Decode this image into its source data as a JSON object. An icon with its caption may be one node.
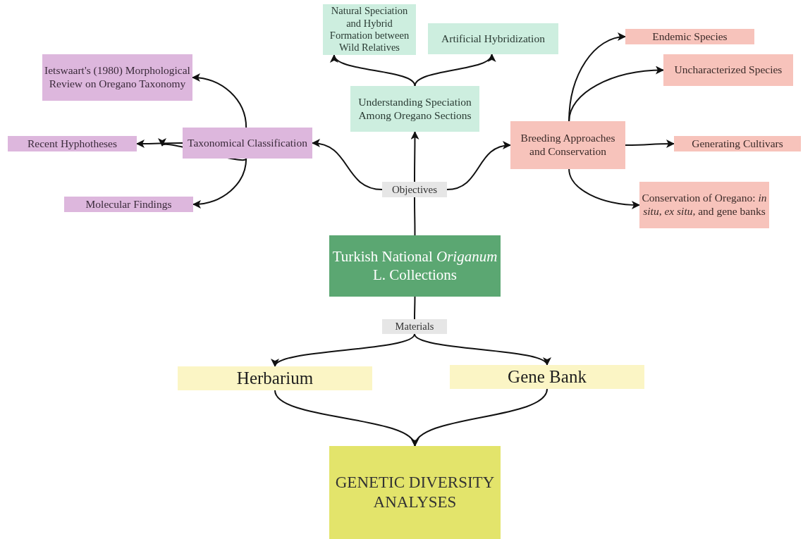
{
  "diagram": {
    "nodes": [
      {
        "text": [
          "Natural Speciation and Hybrid Formation between Wild Relatives"
        ]
      },
      {
        "text": [
          "Artificial Hybridization"
        ]
      },
      {
        "text": [
          "Endemic Species"
        ]
      },
      {
        "text": [
          "Ietswaart's (1980) Morphological Review on Oregano Taxonomy"
        ]
      },
      {
        "text": [
          "Uncharacterized Species"
        ]
      },
      {
        "text": [
          "Understanding Speciation Among Oregano Sections"
        ]
      },
      {
        "text": [
          "Taxonomical Classification"
        ]
      },
      {
        "text": [
          "Recent Hyphotheses"
        ]
      },
      {
        "text": [
          "Breeding Approaches and Conservation"
        ]
      },
      {
        "text": [
          "Generating Cultivars"
        ]
      },
      {
        "text": [
          "Objectives"
        ]
      },
      {
        "text": [
          "Molecular Findings"
        ]
      },
      {
        "text": [
          "Conservation of Oregano: *in situ*, *ex situ,* and gene banks"
        ]
      },
      {
        "text": [
          "Turkish National *Origanum* L. Collections"
        ]
      },
      {
        "text": [
          "Materials"
        ]
      },
      {
        "text": [
          "Herbarium"
        ]
      },
      {
        "text": [
          "Gene Bank"
        ]
      },
      {
        "text": [
          "GENETIC DIVERSITY ANALYSES"
        ]
      }
    ],
    "edges": [
      {
        "from": 13,
        "to": 10,
        "arrow": "none"
      },
      {
        "from": 10,
        "to": 5,
        "arrow": "to"
      },
      {
        "from": 10,
        "to": 6,
        "arrow": "to"
      },
      {
        "from": 10,
        "to": 8,
        "arrow": "to"
      },
      {
        "from": 5,
        "to": 0,
        "arrow": "to"
      },
      {
        "from": 5,
        "to": 1,
        "arrow": "to"
      },
      {
        "from": 6,
        "to": 3,
        "arrow": "to"
      },
      {
        "from": 6,
        "to": 7,
        "arrow": "to"
      },
      {
        "from": 6,
        "to": null,
        "arrow": "to"
      },
      {
        "from": 6,
        "to": 11,
        "arrow": "to"
      },
      {
        "from": 8,
        "to": 2,
        "arrow": "to"
      },
      {
        "from": 8,
        "to": 4,
        "arrow": "to"
      },
      {
        "from": 8,
        "to": 9,
        "arrow": "to"
      },
      {
        "from": 8,
        "to": 12,
        "arrow": "to"
      },
      {
        "from": 13,
        "to": 14,
        "arrow": "none"
      },
      {
        "from": 14,
        "to": 15,
        "arrow": "to"
      },
      {
        "from": 14,
        "to": 16,
        "arrow": "to"
      },
      {
        "from": 15,
        "to": 17,
        "arrow": "to"
      },
      {
        "from": 16,
        "to": 17,
        "arrow": "to"
      }
    ]
  }
}
